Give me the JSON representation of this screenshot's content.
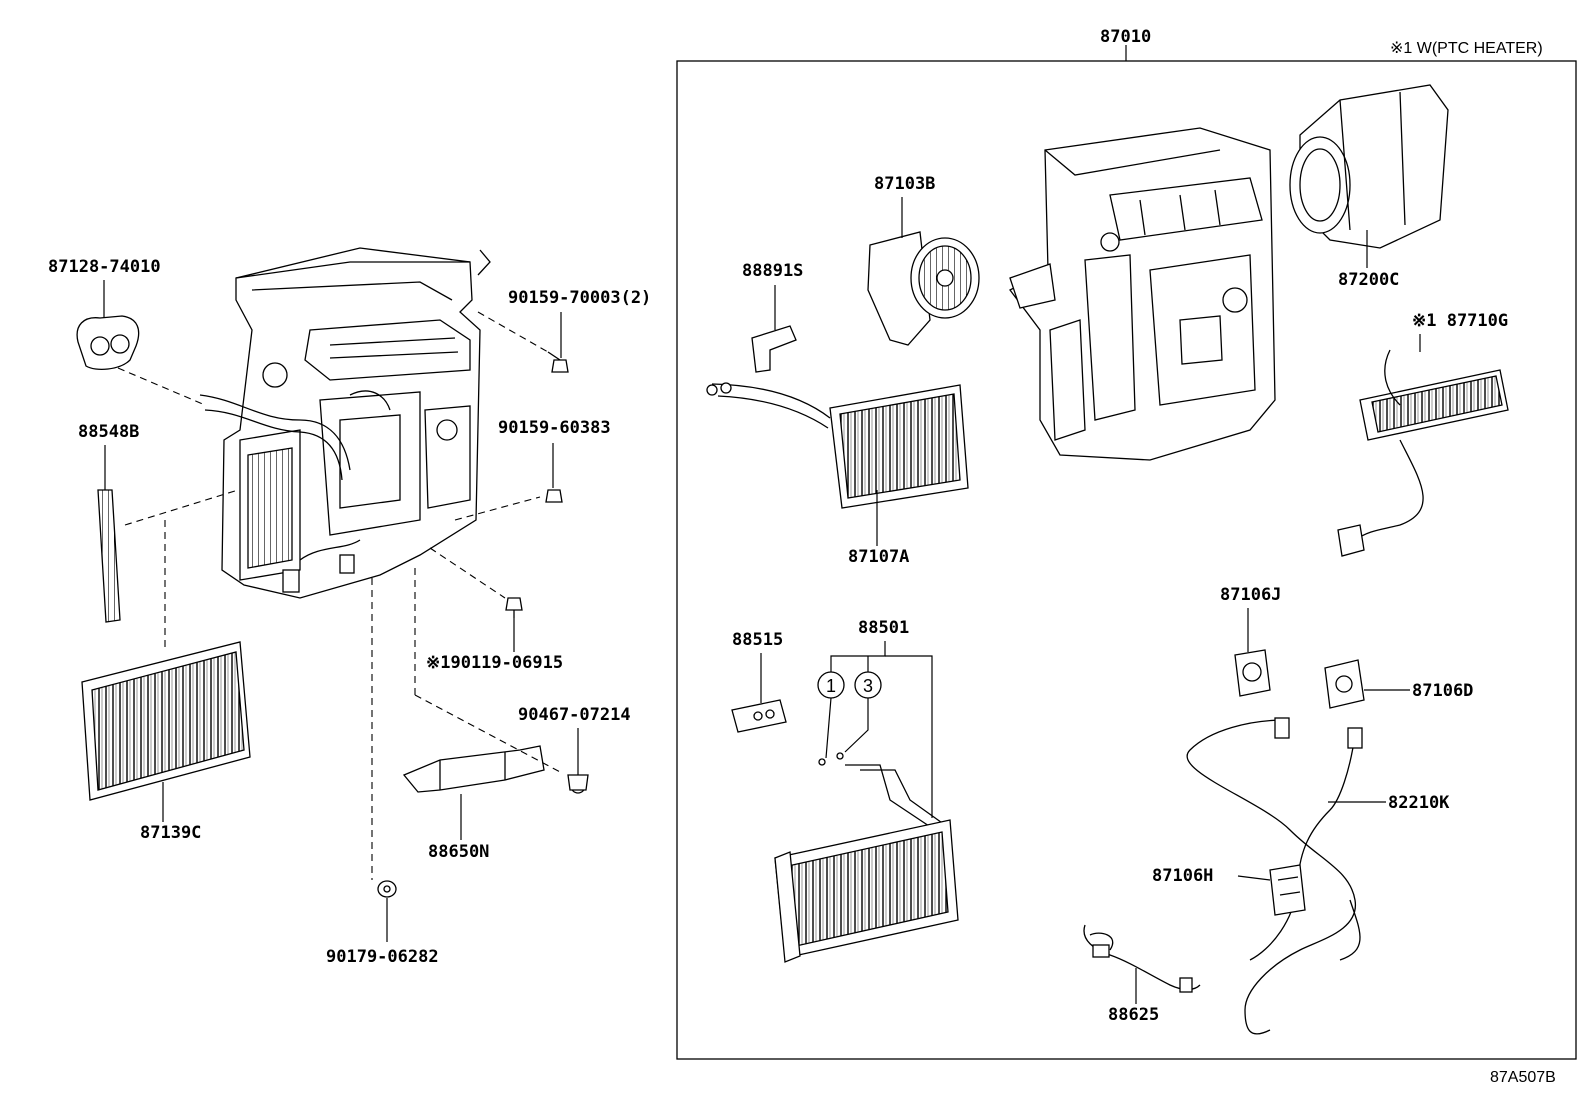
{
  "diagram": {
    "drawing_code": "87A507B",
    "note": "※1 W(PTC HEATER)",
    "assembly_label": "87010",
    "parts": {
      "p87128_74010": "87128-74010",
      "p88548B": "88548B",
      "p87139C": "87139C",
      "p90159_70003": "90159-70003(2)",
      "p90159_60383": "90159-60383",
      "p90119_06915": "※190119-06915",
      "p90467_07214": "90467-07214",
      "p88650N": "88650N",
      "p90179_06282": "90179-06282",
      "p88891S": "88891S",
      "p87103B": "87103B",
      "p87107A": "87107A",
      "p87200C": "87200C",
      "p87710G": "※1 87710G",
      "p88515": "88515",
      "p88501": "88501",
      "p87106J": "87106J",
      "p87106D": "87106D",
      "p82210K": "82210K",
      "p87106H": "87106H",
      "p88625": "88625"
    },
    "callouts": {
      "c1": "1",
      "c3": "3"
    }
  }
}
